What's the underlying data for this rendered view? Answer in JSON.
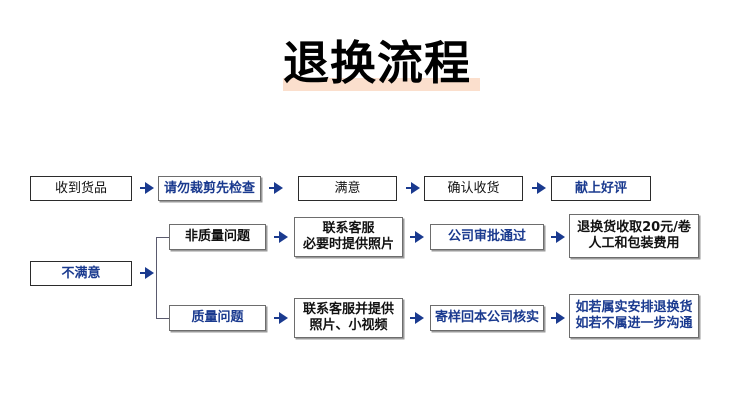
{
  "page": {
    "background_color": "#ffffff",
    "title": "退换流程",
    "title_underline_color": "#fbdfcd"
  },
  "colors": {
    "blue_text": "#1a3a8f",
    "black_text": "#111111",
    "border_black": "#2b2b2b",
    "border_gray": "#6d6d6d",
    "connector": "#5a5a6e",
    "arrow": "#1a3a8f",
    "accent_peach": "#fbdfcd"
  },
  "flow": {
    "row1": {
      "label": "satisfied-path",
      "nodes": [
        {
          "id": "n1",
          "text": "收到货品",
          "style": "black-thin"
        },
        {
          "id": "n2",
          "text": "请勿裁剪先检查",
          "style": "gray-shadow-blue"
        },
        {
          "id": "n3",
          "text": "满意",
          "style": "black-thin"
        },
        {
          "id": "n4",
          "text": "确认收货",
          "style": "black-thin"
        },
        {
          "id": "n5",
          "text": "献上好评",
          "style": "blue-thin"
        }
      ]
    },
    "row2": {
      "label": "non-quality-issue-path",
      "nodes": [
        {
          "id": "n7",
          "text": "非质量问题",
          "style": "gray-shadow-black"
        },
        {
          "id": "n8",
          "text": "联系客服\n必要时提供照片",
          "style": "gray-shadow-black"
        },
        {
          "id": "n9",
          "text": "公司审批通过",
          "style": "gray-shadow-blue"
        },
        {
          "id": "n10",
          "text": "退换货收取20元/卷\n人工和包装费用",
          "style": "gray-shadow-black"
        }
      ]
    },
    "row3": {
      "label": "quality-issue-path",
      "nodes": [
        {
          "id": "n11",
          "text": "质量问题",
          "style": "gray-shadow-blue"
        },
        {
          "id": "n12",
          "text": "联系客服并提供\n照片、小视频",
          "style": "gray-shadow-black"
        },
        {
          "id": "n13",
          "text": "寄样回本公司核实",
          "style": "gray-shadow-blue"
        },
        {
          "id": "n14",
          "text": "如若属实安排退换货\n如若不属进一步沟通",
          "style": "gray-shadow-blue"
        }
      ]
    },
    "branch_root": {
      "id": "n6",
      "text": "不满意",
      "style": "blue-thin"
    },
    "arrow_icon_name": "arrow-right-icon",
    "arrow_count": 11
  }
}
